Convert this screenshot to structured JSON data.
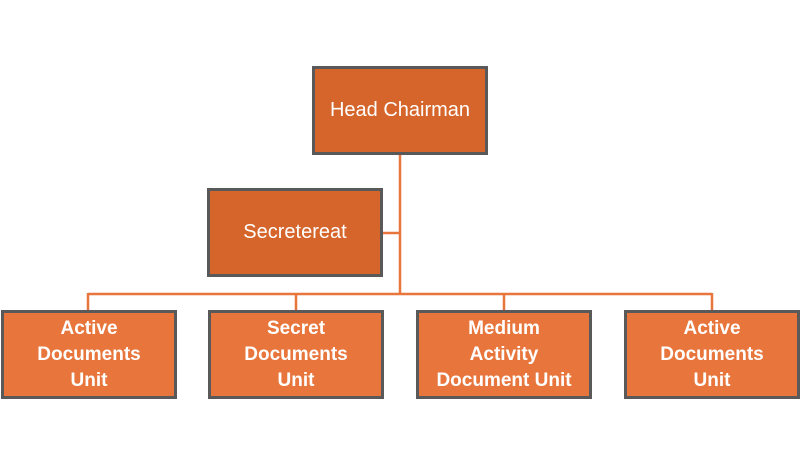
{
  "org_chart": {
    "head": {
      "label": "Head Chairman"
    },
    "secretariat": {
      "label": "Secretereat"
    },
    "units": [
      {
        "label": "Active\nDocuments\nUnit"
      },
      {
        "label": "Secret\nDocuments\nUnit"
      },
      {
        "label": "Medium\nActivity\nDocument Unit"
      },
      {
        "label": "Active\nDocuments\nUnit"
      }
    ]
  },
  "colors": {
    "connector": "#e8753c",
    "top_box_fill": "#d6652b",
    "unit_box_fill": "#e8753c",
    "box_border": "#595959",
    "text": "#ffffff"
  }
}
